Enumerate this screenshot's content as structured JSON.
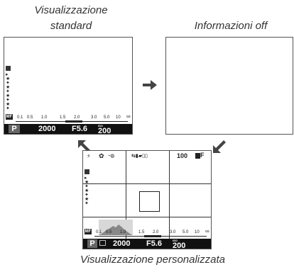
{
  "captions": {
    "standard_line1": "Visualizzazione",
    "standard_line2": "standard",
    "info_off": "Informazioni off",
    "custom": "Visualizzazione personalizzata"
  },
  "standard_screen": {
    "mode": "P",
    "shutter": "2000",
    "aperture": "F5.6",
    "iso_prefix": "ISO",
    "iso": "200",
    "mf": "MF",
    "scale": [
      "0.1",
      "0.5",
      "1.0",
      "1.5",
      "2.0",
      "3.0",
      "5.0",
      "10",
      "∞"
    ]
  },
  "custom_screen": {
    "top_right_number": "100",
    "top_right_icon": "F",
    "mode": "P",
    "shutter": "2000",
    "aperture": "F5.6",
    "iso_prefix": "ISO",
    "iso": "200",
    "mf": "MF",
    "scale": [
      "0.1",
      "0.5",
      "1.0",
      "1.5",
      "2.0",
      "3.0",
      "5.0",
      "10",
      "∞"
    ]
  },
  "icons": [
    "arrow-right-icon",
    "arrow-up-left-icon",
    "arrow-down-left-icon",
    "flash-icon",
    "macro-icon",
    "battery-icon",
    "histogram-icon"
  ]
}
